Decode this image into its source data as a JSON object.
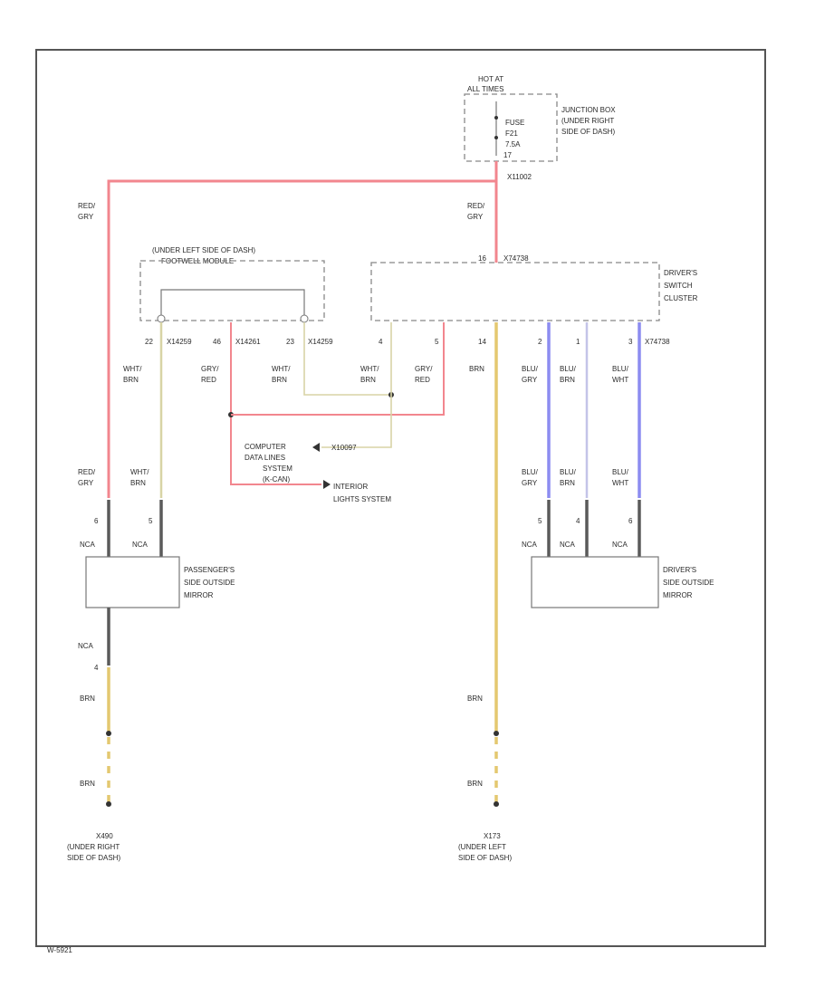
{
  "supply": {
    "hot_line1": "HOT AT",
    "hot_line2": "ALL TIMES",
    "fuse_line1": "FUSE",
    "fuse_line2": "F21",
    "fuse_line3": "7.5A",
    "fuse_pin": "17",
    "junction_line1": "JUNCTION BOX",
    "junction_line2": "(UNDER RIGHT",
    "junction_line3": "SIDE OF DASH)",
    "connector_id": "X11002"
  },
  "wire_labels": {
    "left_red_top_1": "RED/",
    "left_red_top_2": "GRY",
    "fuse_red_1": "RED/",
    "fuse_red_2": "GRY",
    "mod_22_1": "WHT/",
    "mod_22_2": "BRN",
    "mod_46_1": "GRY/",
    "mod_46_2": "RED",
    "mod_23_1": "WHT/",
    "mod_23_2": "BRN",
    "sw_4_1": "WHT/",
    "sw_4_2": "BRN",
    "sw_5_1": "GRY/",
    "sw_5_2": "RED",
    "sw_14": "BRN",
    "sw_2_1": "BLU/",
    "sw_2_2": "GRY",
    "sw_1_1": "BLU/",
    "sw_1_2": "BRN",
    "sw_3_1": "BLU/",
    "sw_3_2": "WHT",
    "pass_red_1": "RED/",
    "pass_red_2": "GRY",
    "pass_wht_1": "WHT/",
    "pass_wht_2": "BRN",
    "drv_blu_gry_1": "BLU/",
    "drv_blu_gry_2": "GRY",
    "drv_blu_brn_1": "BLU/",
    "drv_blu_brn_2": "BRN",
    "drv_blu_wht_1": "BLU/",
    "drv_blu_wht_2": "WHT",
    "pass_ground_wire": "NCA",
    "pass_brn_upper": "BRN",
    "pass_brn_lower": "BRN",
    "drv_brn_upper": "BRN",
    "drv_brn_lower": "BRN"
  },
  "module": {
    "title_line1": "(UNDER LEFT SIDE OF DASH)",
    "title_line2": "FOOTWELL MODULE",
    "pin_22": "22",
    "conn_22": "X14259",
    "pin_46": "46",
    "conn_46": "X14261",
    "pin_23": "23",
    "conn_23": "X14259"
  },
  "switch_cluster": {
    "label_line1": "DRIVER'S",
    "label_line2": "SWITCH",
    "label_line3": "CLUSTER",
    "top_pin": "16",
    "top_conn": "X74738",
    "pin_4": "4",
    "pin_5": "5",
    "pin_14": "14",
    "pin_2": "2",
    "pin_1": "1",
    "pin_3": "3",
    "bottom_conn": "X74738"
  },
  "systems": {
    "computer_line1": "COMPUTER",
    "computer_line2": "DATA LINES",
    "computer_line3": "SYSTEM",
    "computer_line4": "(K-CAN)",
    "computer_conn": "X10097",
    "interior_line1": "INTERIOR",
    "interior_line2": "LIGHTS SYSTEM"
  },
  "passenger_mirror": {
    "label_line1": "PASSENGER'S",
    "label_line2": "SIDE OUTSIDE",
    "label_line3": "MIRROR",
    "pin_a": "6",
    "pin_b": "5",
    "pin_ground": "4",
    "nca_a": "NCA",
    "nca_b": "NCA"
  },
  "driver_mirror": {
    "label_line1": "DRIVER'S",
    "label_line2": "SIDE OUTSIDE",
    "label_line3": "MIRROR",
    "pin_a": "5",
    "pin_b": "4",
    "pin_c": "6",
    "nca_a": "NCA",
    "nca_b": "NCA",
    "nca_c": "NCA"
  },
  "grounds": {
    "right_line1": "X490",
    "right_line2": "(UNDER RIGHT",
    "right_line3": "SIDE OF DASH)",
    "left_line1": "X173",
    "left_line2": "(UNDER LEFT",
    "left_line3": "SIDE OF DASH)"
  },
  "footer": {
    "code": "W-5921"
  }
}
